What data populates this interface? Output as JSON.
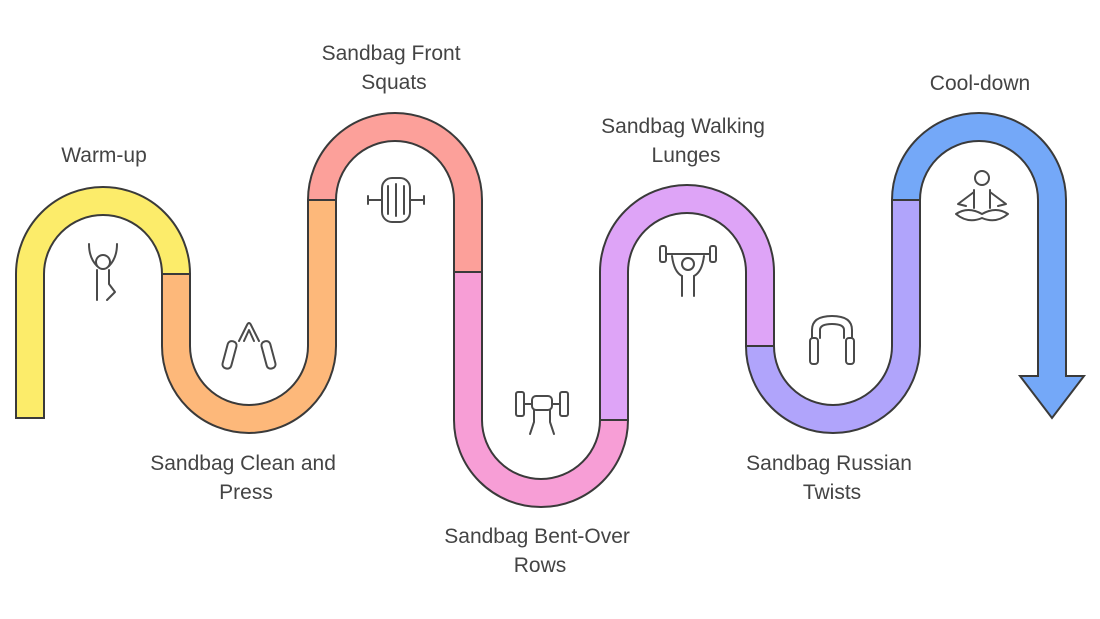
{
  "steps": [
    {
      "id": "warm-up",
      "lines": [
        "Warm-up"
      ],
      "icon": "stretching-person-icon",
      "color": "#fcec6a"
    },
    {
      "id": "clean-press",
      "lines": [
        "Sandbag Clean and",
        "Press"
      ],
      "icon": "hand-gripper-icon",
      "color": "#fdb87a"
    },
    {
      "id": "front-squats",
      "lines": [
        "Sandbag Front",
        "Squats"
      ],
      "icon": "ab-wheel-icon",
      "color": "#fca09a"
    },
    {
      "id": "bent-over-rows",
      "lines": [
        "Sandbag Bent-Over",
        "Rows"
      ],
      "icon": "hand-dumbbell-icon",
      "color": "#f79ed6"
    },
    {
      "id": "walking-lunges",
      "lines": [
        "Sandbag Walking",
        "Lunges"
      ],
      "icon": "weightlifter-icon",
      "color": "#dea4f7"
    },
    {
      "id": "russian-twists",
      "lines": [
        "Sandbag Russian",
        "Twists"
      ],
      "icon": "jump-rope-icon",
      "color": "#b0a4fb"
    },
    {
      "id": "cool-down",
      "lines": [
        "Cool-down"
      ],
      "icon": "meditation-icon",
      "color": "#74a8f8"
    }
  ],
  "colors": {
    "outline": "#3a3a3a",
    "text": "#444444"
  }
}
